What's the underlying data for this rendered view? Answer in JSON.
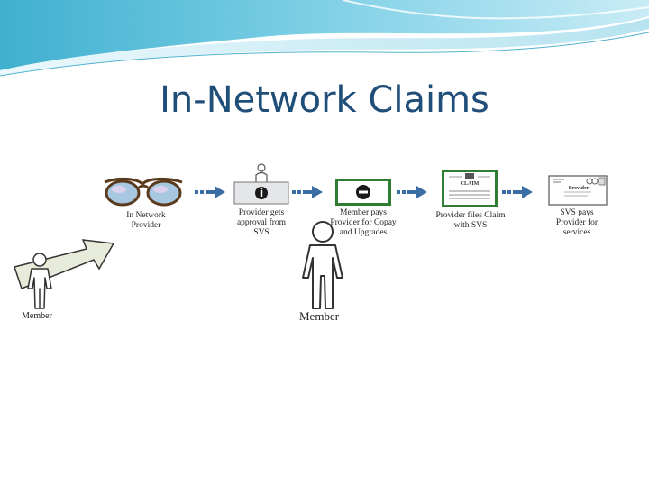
{
  "slide": {
    "title": "In-Network Claims"
  },
  "flow": {
    "steps": [
      {
        "line1": "In Network",
        "line2": "Provider",
        "line3": "",
        "icon": "eyeglasses-icon"
      },
      {
        "line1": "Provider gets",
        "line2": "approval from",
        "line3": "SVS",
        "icon": "info-kiosk-icon"
      },
      {
        "line1": "Member pays",
        "line2": "Provider for Copay",
        "line3": "and Upgrades",
        "icon": "minus-sign-icon"
      },
      {
        "line1": "Provider files Claim",
        "line2": "with SVS",
        "line3": "",
        "icon": "claim-form-icon"
      },
      {
        "line1": "SVS pays",
        "line2": "Provider for",
        "line3": "services",
        "icon": "envelope-icon"
      }
    ],
    "claim_text": "CLAIM",
    "envelope_text": "Provider"
  },
  "members": {
    "left_label": "Member",
    "center_label": "Member"
  },
  "colors": {
    "title": "#1f4e79",
    "arrow": "#3a6ea5",
    "green_border": "#2e7d32",
    "wave_light": "#bfe6f2",
    "wave_dark": "#4fb3d0"
  }
}
